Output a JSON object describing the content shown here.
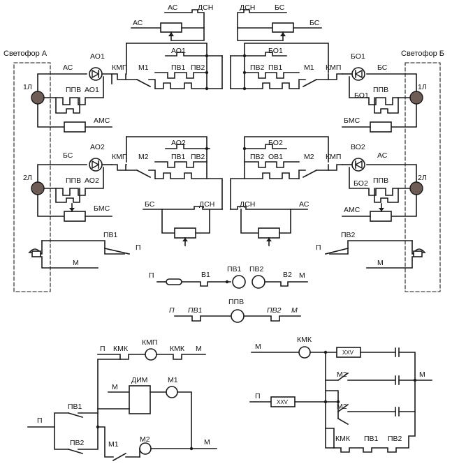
{
  "diagram": {
    "traffic_light_a": "Светофор А",
    "traffic_light_b": "Светофор Б",
    "labels": {
      "AS": "АС",
      "BS": "БС",
      "DSN": "ДСН",
      "AO1": "АО1",
      "AO2": "АО2",
      "BO1": "БО1",
      "BO2": "БО2",
      "VO2": "ВО2",
      "OV1": "ОВ1",
      "KMP": "КМП",
      "KMK": "КМК",
      "M1": "М1",
      "M2": "М2",
      "PV1": "ПВ1",
      "PV2": "ПВ2",
      "PPV": "ППВ",
      "AMS": "АМС",
      "BMS": "БМС",
      "L1": "1Л",
      "L2": "2Л",
      "P": "П",
      "M": "М",
      "V1": "В1",
      "V2": "В2",
      "DIM": "ДИМ",
      "XXV": "XXV"
    }
  }
}
